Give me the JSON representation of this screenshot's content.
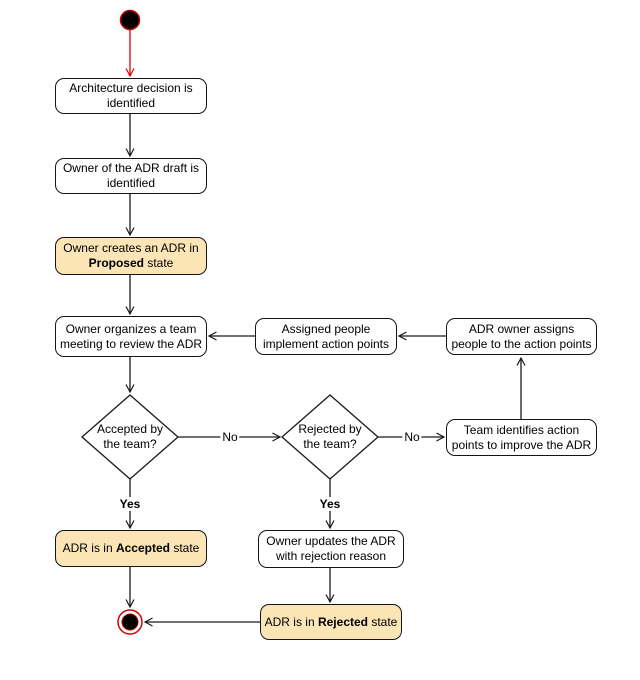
{
  "colors": {
    "action_fill": "#ffffff",
    "state_highlight_fill": "#fbe5b6",
    "border": "#141414",
    "start_end_red": "#d40000",
    "line": "#1a1a1a"
  },
  "nodes": {
    "identify_decision": {
      "line1": "Architecture decision is",
      "line2": "identified"
    },
    "identify_owner": {
      "line1": "Owner of the ADR draft is",
      "line2": "identified"
    },
    "create_adr": {
      "pre": "Owner creates an ADR in ",
      "bold": "Proposed",
      "post": " state"
    },
    "organize_meeting": {
      "line1": "Owner organizes a team",
      "line2": "meeting to review the ADR"
    },
    "implement_points": {
      "line1": "Assigned people",
      "line2": "implement action points"
    },
    "assign_people": {
      "line1": "ADR owner assigns",
      "line2": "people to the action points"
    },
    "accepted_decision": {
      "line1": "Accepted by",
      "line2": "the team?"
    },
    "rejected_decision": {
      "line1": "Rejected by",
      "line2": "the team?"
    },
    "identify_points": {
      "line1": "Team identifies action",
      "line2": "points to improve the ADR"
    },
    "accepted_state": {
      "pre": "ADR is in ",
      "bold": "Accepted",
      "post": " state"
    },
    "update_adr": {
      "line1": "Owner updates the ADR",
      "line2": "with rejection reason"
    },
    "rejected_state": {
      "pre": "ADR is in ",
      "bold": "Rejected",
      "post": " state"
    }
  },
  "edge_labels": {
    "accepted_no": "No",
    "rejected_no": "No",
    "accepted_yes": "Yes",
    "rejected_yes": "Yes"
  }
}
